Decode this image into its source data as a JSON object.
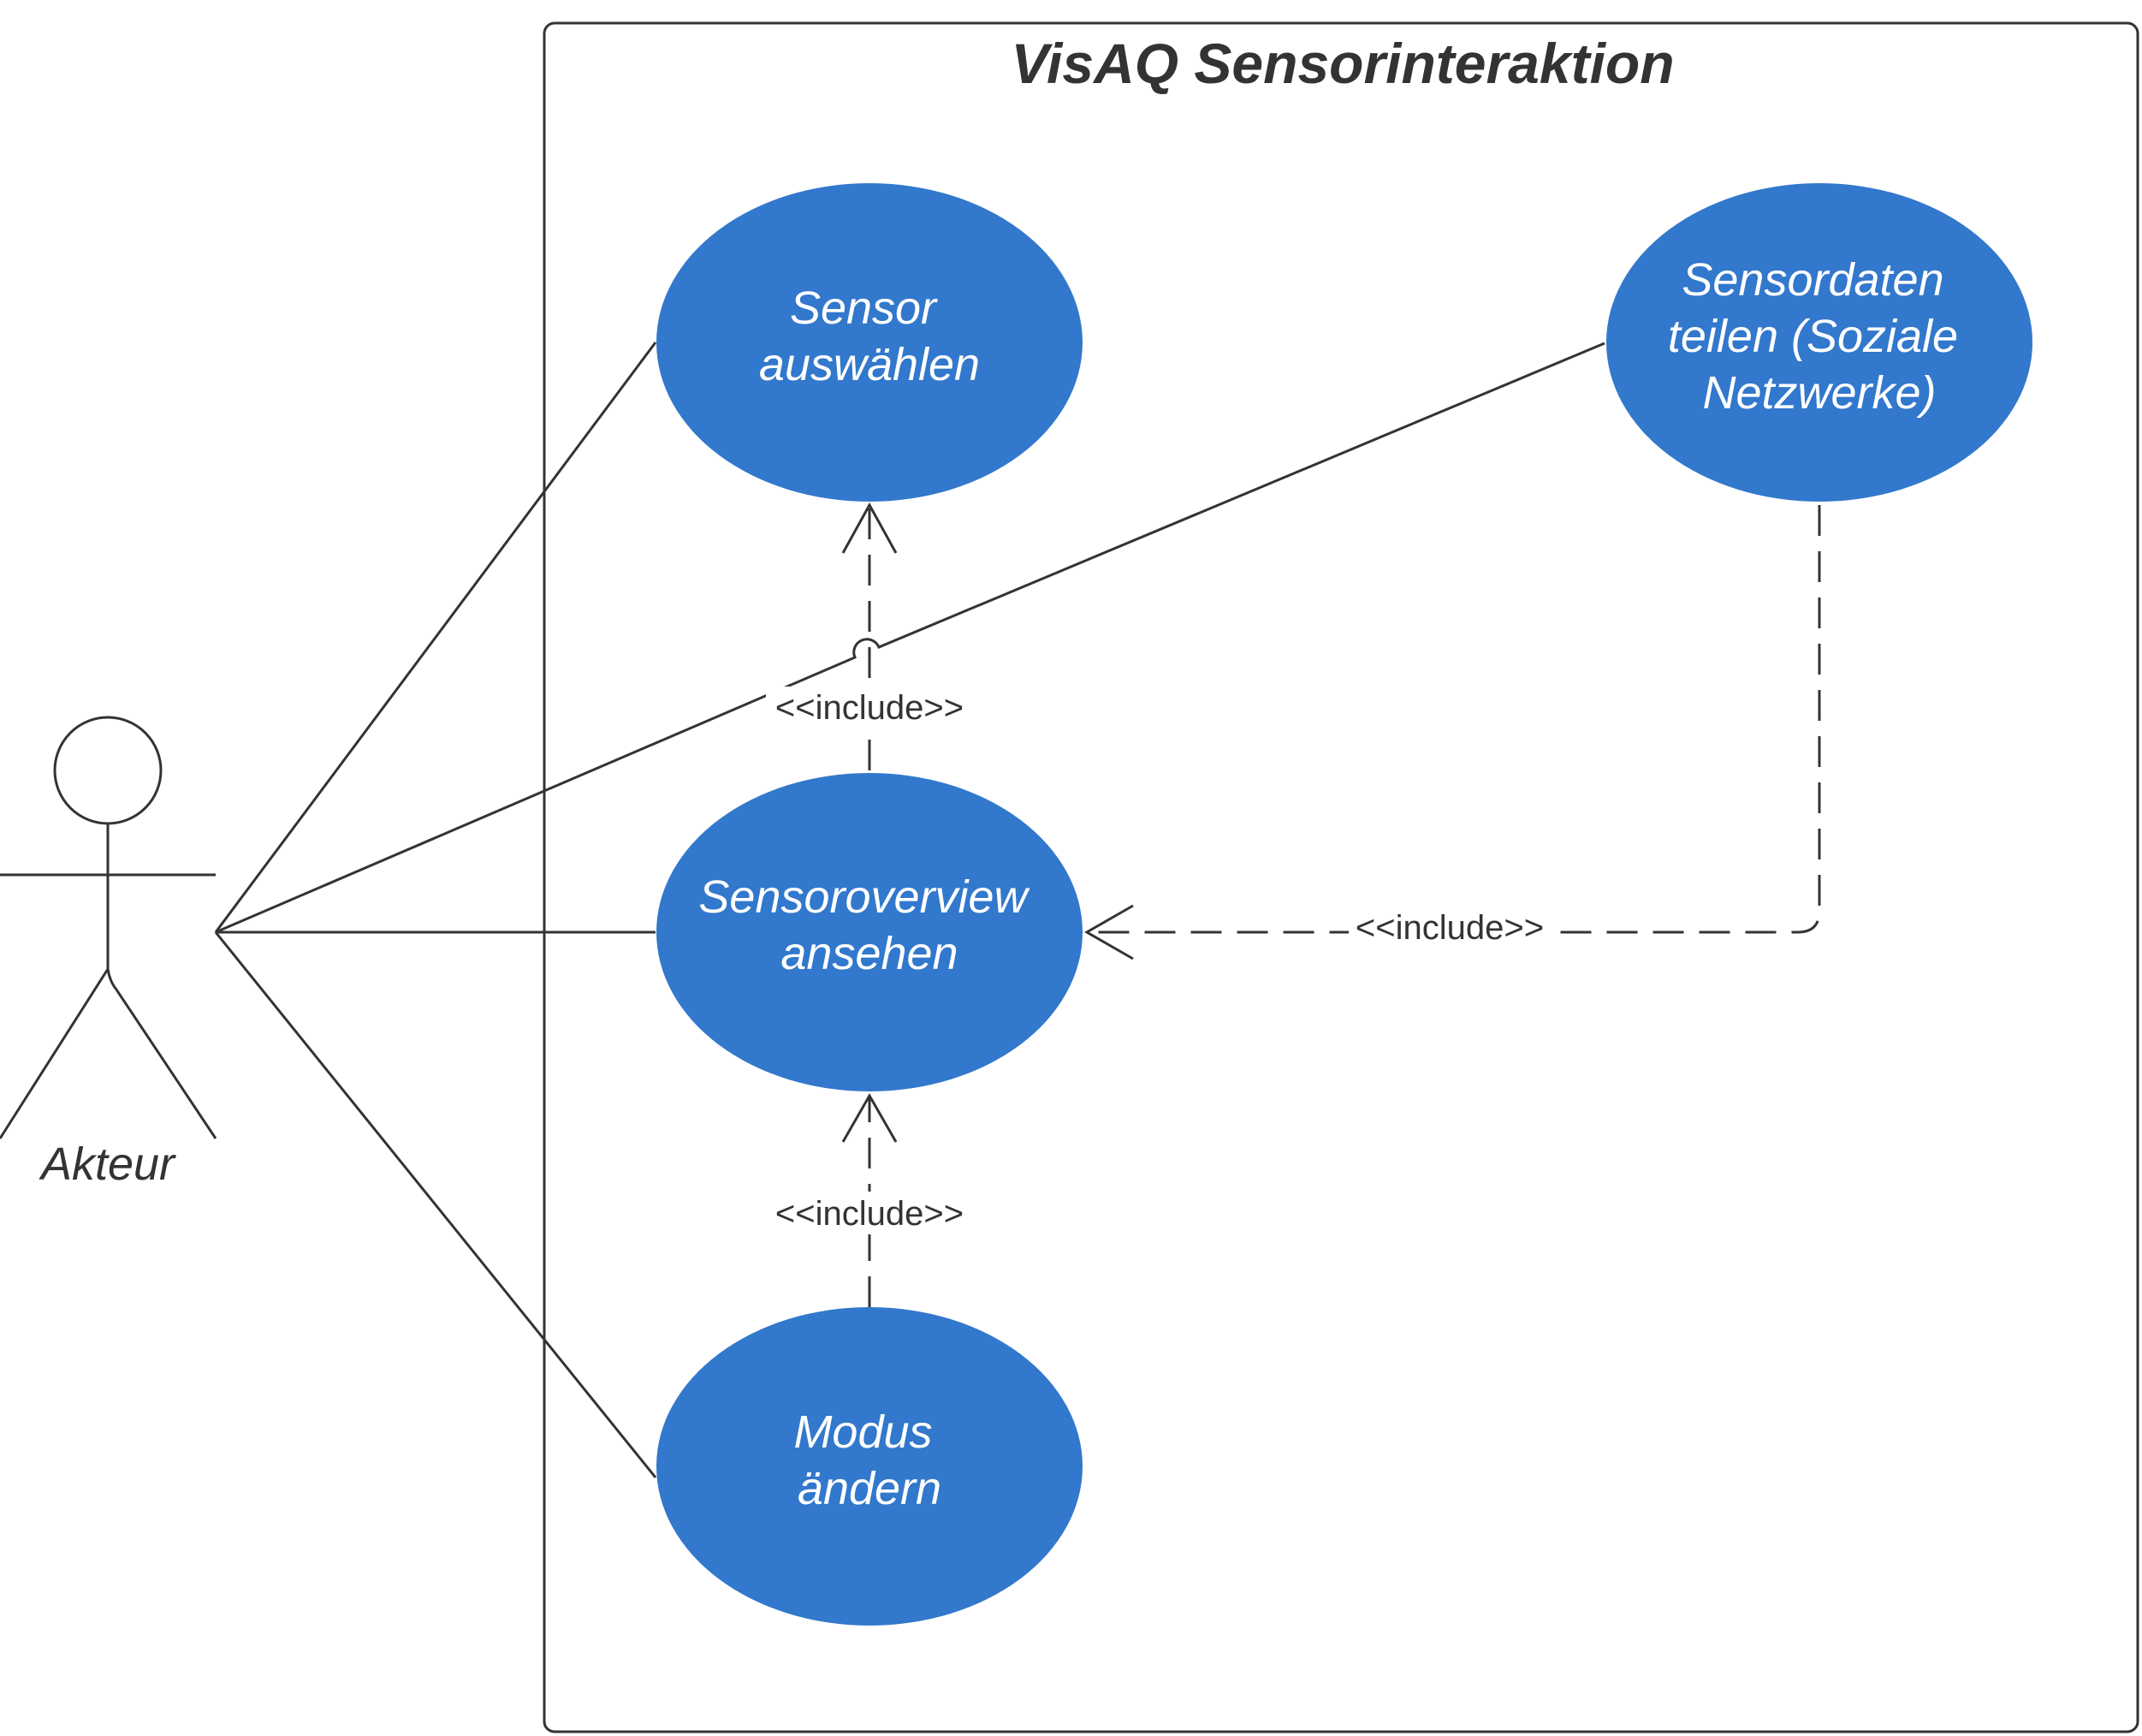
{
  "system": {
    "title": "VisAQ Sensorinteraktion"
  },
  "actor": {
    "label": "Akteur"
  },
  "use_cases": {
    "sensor_auswaehlen": {
      "lines": [
        "Sensor",
        "auswählen"
      ]
    },
    "sensordaten_teilen": {
      "lines": [
        "Sensordaten",
        "teilen (Soziale",
        "Netzwerke)"
      ]
    },
    "sensoroverview_ansehen": {
      "lines": [
        "Sensoroverview",
        "ansehen"
      ]
    },
    "modus_aendern": {
      "lines": [
        "Modus",
        "ändern"
      ]
    }
  },
  "relations": {
    "include_1": "<<include>>",
    "include_2": "<<include>>",
    "include_3": "<<include>>"
  },
  "colors": {
    "use_case_fill": "#3278cc",
    "line": "#333333",
    "text_light": "#ffffff"
  }
}
